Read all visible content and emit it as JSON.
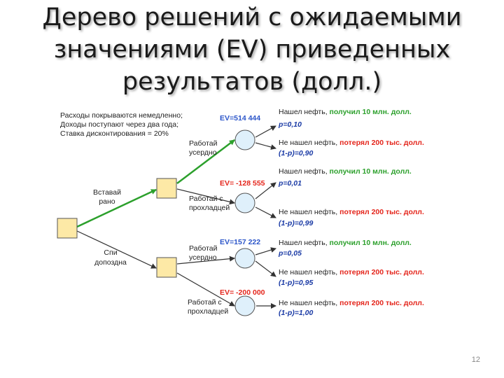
{
  "title": {
    "line1": "Дерево решений с ожидаемыми",
    "line2": "значениями (EV) приведенных",
    "line3": "результатов (долл.)"
  },
  "assumptions": [
    "Расходы покрываются немедленно;",
    "Доходы поступают через два года;",
    "Ставка дисконтирования = 20%"
  ],
  "decisions": {
    "root": {
      "label": ""
    },
    "early": {
      "label": [
        "Вставай",
        "рано"
      ]
    },
    "late": {
      "label": [
        "Спи",
        "допоздна"
      ]
    }
  },
  "strategies": {
    "early_hard": {
      "label": [
        "Работай",
        "усердно"
      ],
      "ev": "EV=514 444"
    },
    "early_slow": {
      "label": [
        "Работай с",
        "прохладцей"
      ],
      "ev": "EV= -128 555"
    },
    "late_hard": {
      "label": [
        "Работай",
        "усердно"
      ],
      "ev": "EV=157 222"
    },
    "late_slow": {
      "label": [
        "Работай с",
        "прохладцей"
      ],
      "ev": "EV= -200 000"
    }
  },
  "outcomes": {
    "found": "Нашел нефть, ",
    "not_found": "Не нашел нефть, ",
    "gain": "получил 10 млн. долл.",
    "loss": "потерял 200 тыс. долл.",
    "p": [
      "p=0,10",
      "(1-p)=0,90",
      "p=0,01",
      "(1-p)=0,99",
      "p=0,05",
      "(1-p)=0,95",
      "(1-p)=1,00"
    ]
  },
  "colors": {
    "green": "#2ca02c",
    "red": "#e4251b",
    "blue": "#1a3aa5",
    "ev_blue": "#2b55c9",
    "node_fill_square": "#fde9a6",
    "node_fill_circle": "#dff0fb",
    "line": "#333333"
  },
  "slide_number": "12"
}
